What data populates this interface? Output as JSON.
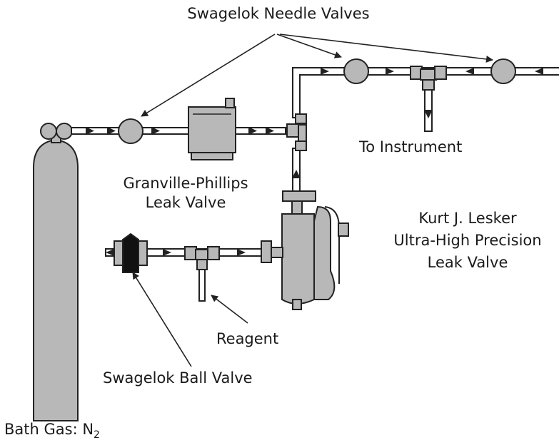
{
  "labels": {
    "needle_valves": "Swagelok Needle Valves",
    "to_instrument": "To Instrument",
    "granville_line1": "Granville-Phillips",
    "granville_line2": "Leak Valve",
    "lesker_line1": "Kurt J. Lesker",
    "lesker_line2": "Ultra-High Precision",
    "lesker_line3": "Leak Valve",
    "reagent": "Reagent",
    "ball_valve": "Swagelok Ball Valve",
    "bath_gas_prefix": "Bath Gas: N",
    "bath_gas_subscript": "2"
  },
  "colors": {
    "component_fill": "#b8b8b8",
    "outline": "#222222",
    "pipe_fill": "#ffffff",
    "ball_valve_band": "#111111",
    "text": "#1a1a1a"
  }
}
